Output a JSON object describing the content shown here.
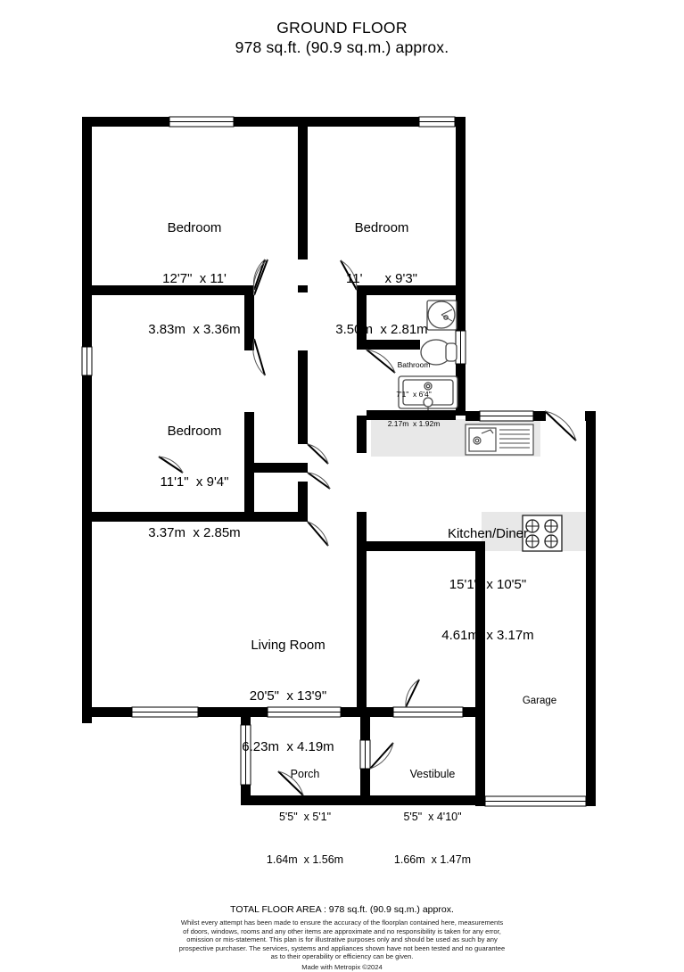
{
  "header": {
    "title": "GROUND FLOOR",
    "area": "978 sq.ft. (90.9 sq.m.) approx."
  },
  "rooms": [
    {
      "key": "bedroom1",
      "name": "Bedroom",
      "imperial": "12'7\"  x 11'",
      "metric": "3.83m  x 3.36m"
    },
    {
      "key": "bedroom2",
      "name": "Bedroom",
      "imperial": "11'      x 9'3\"",
      "metric": "3.50m  x 2.81m"
    },
    {
      "key": "bedroom3",
      "name": "Bedroom",
      "imperial": "11'1\"  x 9'4\"",
      "metric": "3.37m  x 2.85m"
    },
    {
      "key": "bathroom",
      "name": "Bathroom",
      "imperial": "7'1\"  x 6'4\"",
      "metric": "2.17m  x 1.92m"
    },
    {
      "key": "kitchen",
      "name": "Kitchen/Diner",
      "imperial": "15'1\"  x 10'5\"",
      "metric": "4.61m  x 3.17m"
    },
    {
      "key": "living",
      "name": "Living Room",
      "imperial": "20'5\"  x 13'9\"",
      "metric": "6.23m  x 4.19m"
    },
    {
      "key": "porch",
      "name": "Porch",
      "imperial": "5'5\"  x 5'1\"",
      "metric": "1.64m  x 1.56m"
    },
    {
      "key": "vestibule",
      "name": "Vestibule",
      "imperial": "5'5\"  x 4'10\"",
      "metric": "1.66m  x 1.47m"
    },
    {
      "key": "garage",
      "name": "Garage",
      "imperial": "",
      "metric": ""
    }
  ],
  "footer": {
    "total": "TOTAL FLOOR AREA : 978 sq.ft. (90.9 sq.m.) approx.",
    "disclaimer_lines": [
      "Whilst every attempt has been made to ensure the accuracy of the floorplan contained here, measurements",
      "of doors, windows, rooms and any other items are approximate and no responsibility is taken for any error,",
      "omission or mis-statement. This plan is for illustrative purposes only and should be used as such by any",
      "prospective purchaser. The services, systems and appliances shown have not been tested and no guarantee",
      "as to their operability or efficiency can be given."
    ],
    "made_with": "Made with Metropix ©2024"
  },
  "fixtures": [
    {
      "key": "basin",
      "label": "bathroom-basin-icon"
    },
    {
      "key": "toilet",
      "label": "toilet-icon"
    },
    {
      "key": "bath",
      "label": "bath-tub-icon"
    },
    {
      "key": "kitchen-sink",
      "label": "kitchen-sink-icon"
    },
    {
      "key": "hob",
      "label": "cooker-hob-icon"
    }
  ],
  "colors": {
    "wall": "#000000",
    "counter": "#e8e8e8",
    "fixture_stroke": "#3a3a3a",
    "background": "#ffffff"
  }
}
